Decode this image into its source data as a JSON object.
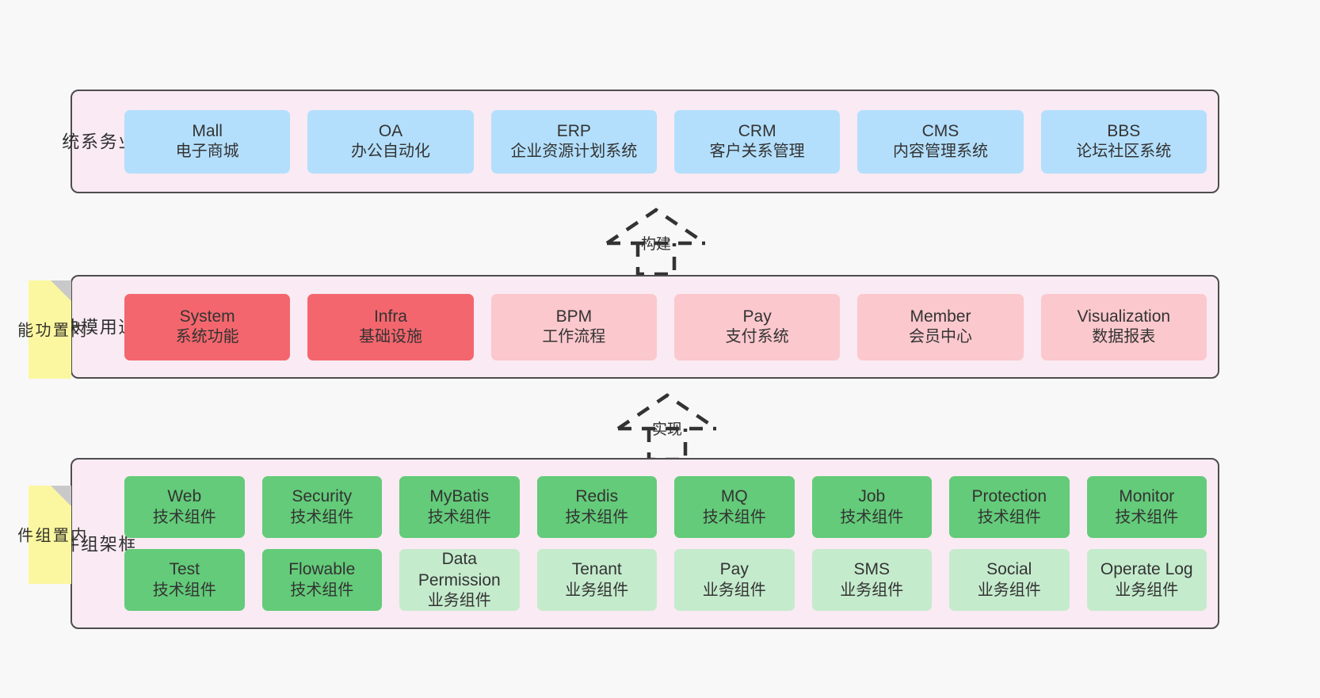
{
  "diagram": {
    "background_color": "#f8f8f8",
    "panel_color": "#f9eaf3",
    "panel_border_color": "#4d4d4d"
  },
  "layers": [
    {
      "id": "business",
      "title": "业\n务\n系\n统",
      "color": "#b3dffc",
      "rows": [
        {
          "nodes": [
            {
              "name": "Mall",
              "desc": "电子商城"
            },
            {
              "name": "OA",
              "desc": "办公自动化"
            },
            {
              "name": "ERP",
              "desc": "企业资源计划系统"
            },
            {
              "name": "CRM",
              "desc": "客户关系管理"
            },
            {
              "name": "CMS",
              "desc": "内容管理系统"
            },
            {
              "name": "BBS",
              "desc": "论坛社区系统"
            }
          ]
        }
      ]
    },
    {
      "id": "common",
      "title": "通\n用\n模\n块",
      "sticky": "内\n置\n功\n能",
      "sticky_color": "#fbf7a0",
      "rows": [
        {
          "nodes": [
            {
              "name": "System",
              "desc": "系统功能",
              "style": "red"
            },
            {
              "name": "Infra",
              "desc": "基础设施",
              "style": "red"
            },
            {
              "name": "BPM",
              "desc": "工作流程",
              "style": "pink"
            },
            {
              "name": "Pay",
              "desc": "支付系统",
              "style": "pink"
            },
            {
              "name": "Member",
              "desc": "会员中心",
              "style": "pink"
            },
            {
              "name": "Visualization",
              "desc": "数据报表",
              "style": "pink"
            }
          ]
        }
      ]
    },
    {
      "id": "framework",
      "title": "框\n架\n组\n件",
      "sticky": "内\n置\n组\n件",
      "sticky_color": "#fbf7a0",
      "rows": [
        {
          "nodes": [
            {
              "name": "Web",
              "desc": "技术组件",
              "style": "green"
            },
            {
              "name": "Security",
              "desc": "技术组件",
              "style": "green"
            },
            {
              "name": "MyBatis",
              "desc": "技术组件",
              "style": "green"
            },
            {
              "name": "Redis",
              "desc": "技术组件",
              "style": "green"
            },
            {
              "name": "MQ",
              "desc": "技术组件",
              "style": "green"
            },
            {
              "name": "Job",
              "desc": "技术组件",
              "style": "green"
            },
            {
              "name": "Protection",
              "desc": "技术组件",
              "style": "green"
            },
            {
              "name": "Monitor",
              "desc": "技术组件",
              "style": "green"
            }
          ]
        },
        {
          "nodes": [
            {
              "name": "Test",
              "desc": "技术组件",
              "style": "green"
            },
            {
              "name": "Flowable",
              "desc": "技术组件",
              "style": "green"
            },
            {
              "name": "Data Permission",
              "desc": "业务组件",
              "style": "lightgreen",
              "wrap": true
            },
            {
              "name": "Tenant",
              "desc": "业务组件",
              "style": "lightgreen"
            },
            {
              "name": "Pay",
              "desc": "业务组件",
              "style": "lightgreen"
            },
            {
              "name": "SMS",
              "desc": "业务组件",
              "style": "lightgreen"
            },
            {
              "name": "Social",
              "desc": "业务组件",
              "style": "lightgreen"
            },
            {
              "name": "Operate Log",
              "desc": "业务组件",
              "style": "lightgreen"
            }
          ]
        }
      ]
    }
  ],
  "connectors": [
    {
      "id": "build",
      "label": "构建",
      "from": "common",
      "to": "business"
    },
    {
      "id": "implement",
      "label": "实现",
      "from": "framework",
      "to": "common"
    }
  ]
}
